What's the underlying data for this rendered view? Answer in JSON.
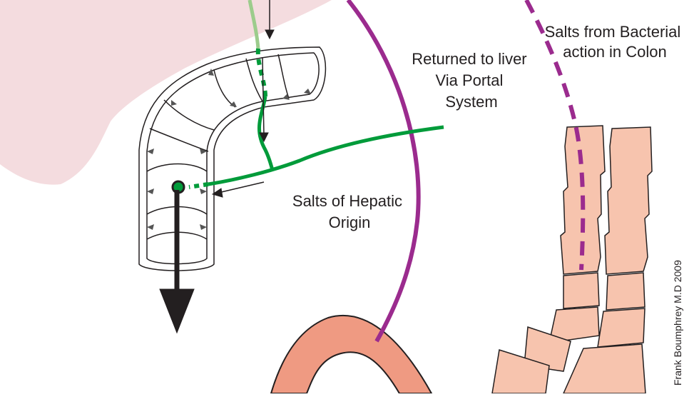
{
  "labels": {
    "portal": [
      "Returned to liver",
      "Via Portal",
      "System"
    ],
    "bacterial": [
      "Salts from Bacterial",
      "action in Colon"
    ],
    "hepatic": [
      "Salts of Hepatic",
      "Origin"
    ],
    "credit": "Frank Boumphrey M.D 2009"
  },
  "colors": {
    "liver": "#f4dcdf",
    "bile_green": "#009b3a",
    "pale_green": "#9ccc8c",
    "portal_purple": "#9b2b8e",
    "colon": "#f7c4ae",
    "intestine": "#ef9a82",
    "outline": "#231f20"
  }
}
